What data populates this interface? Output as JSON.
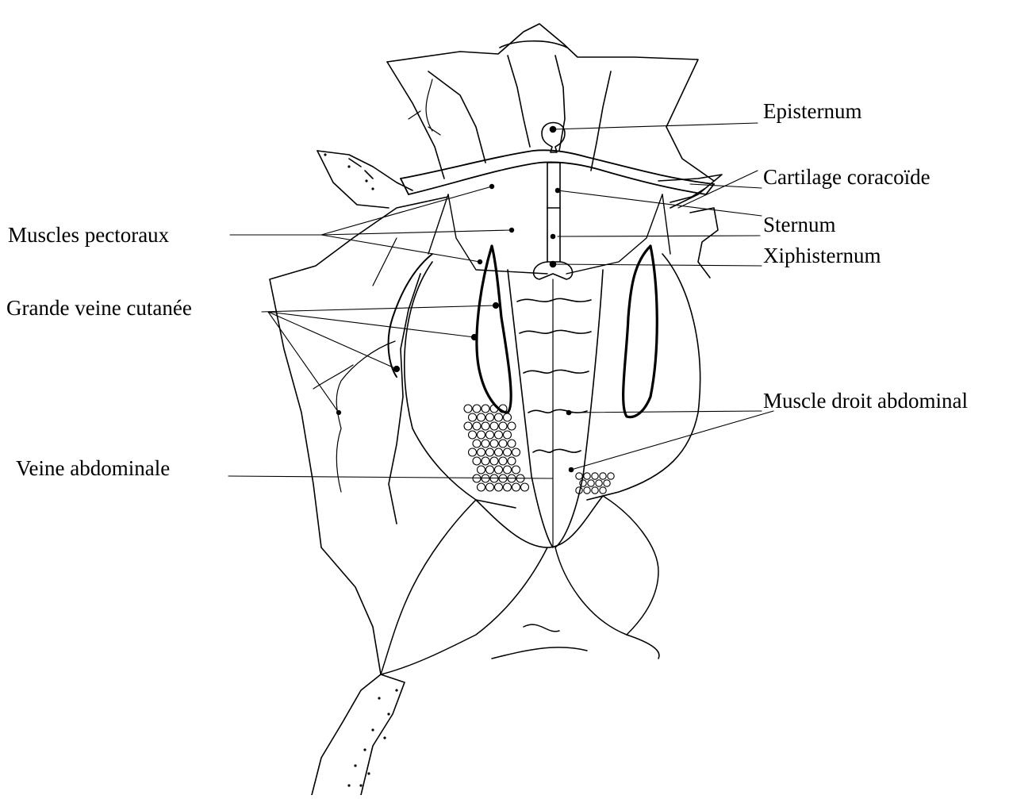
{
  "diagram": {
    "labels": {
      "episternum": "Episternum",
      "cartilage_coracoide": "Cartilage coracoïde",
      "sternum": "Sternum",
      "xiphisternum": "Xiphisternum",
      "muscles_pectoraux": "Muscles pectoraux",
      "grande_veine_cutanee": "Grande veine cutanée",
      "muscle_droit_abdominal": "Muscle droit abdominal",
      "veine_abdominale": "Veine abdominale"
    },
    "colors": {
      "ink": "#000000",
      "background": "#ffffff"
    }
  }
}
